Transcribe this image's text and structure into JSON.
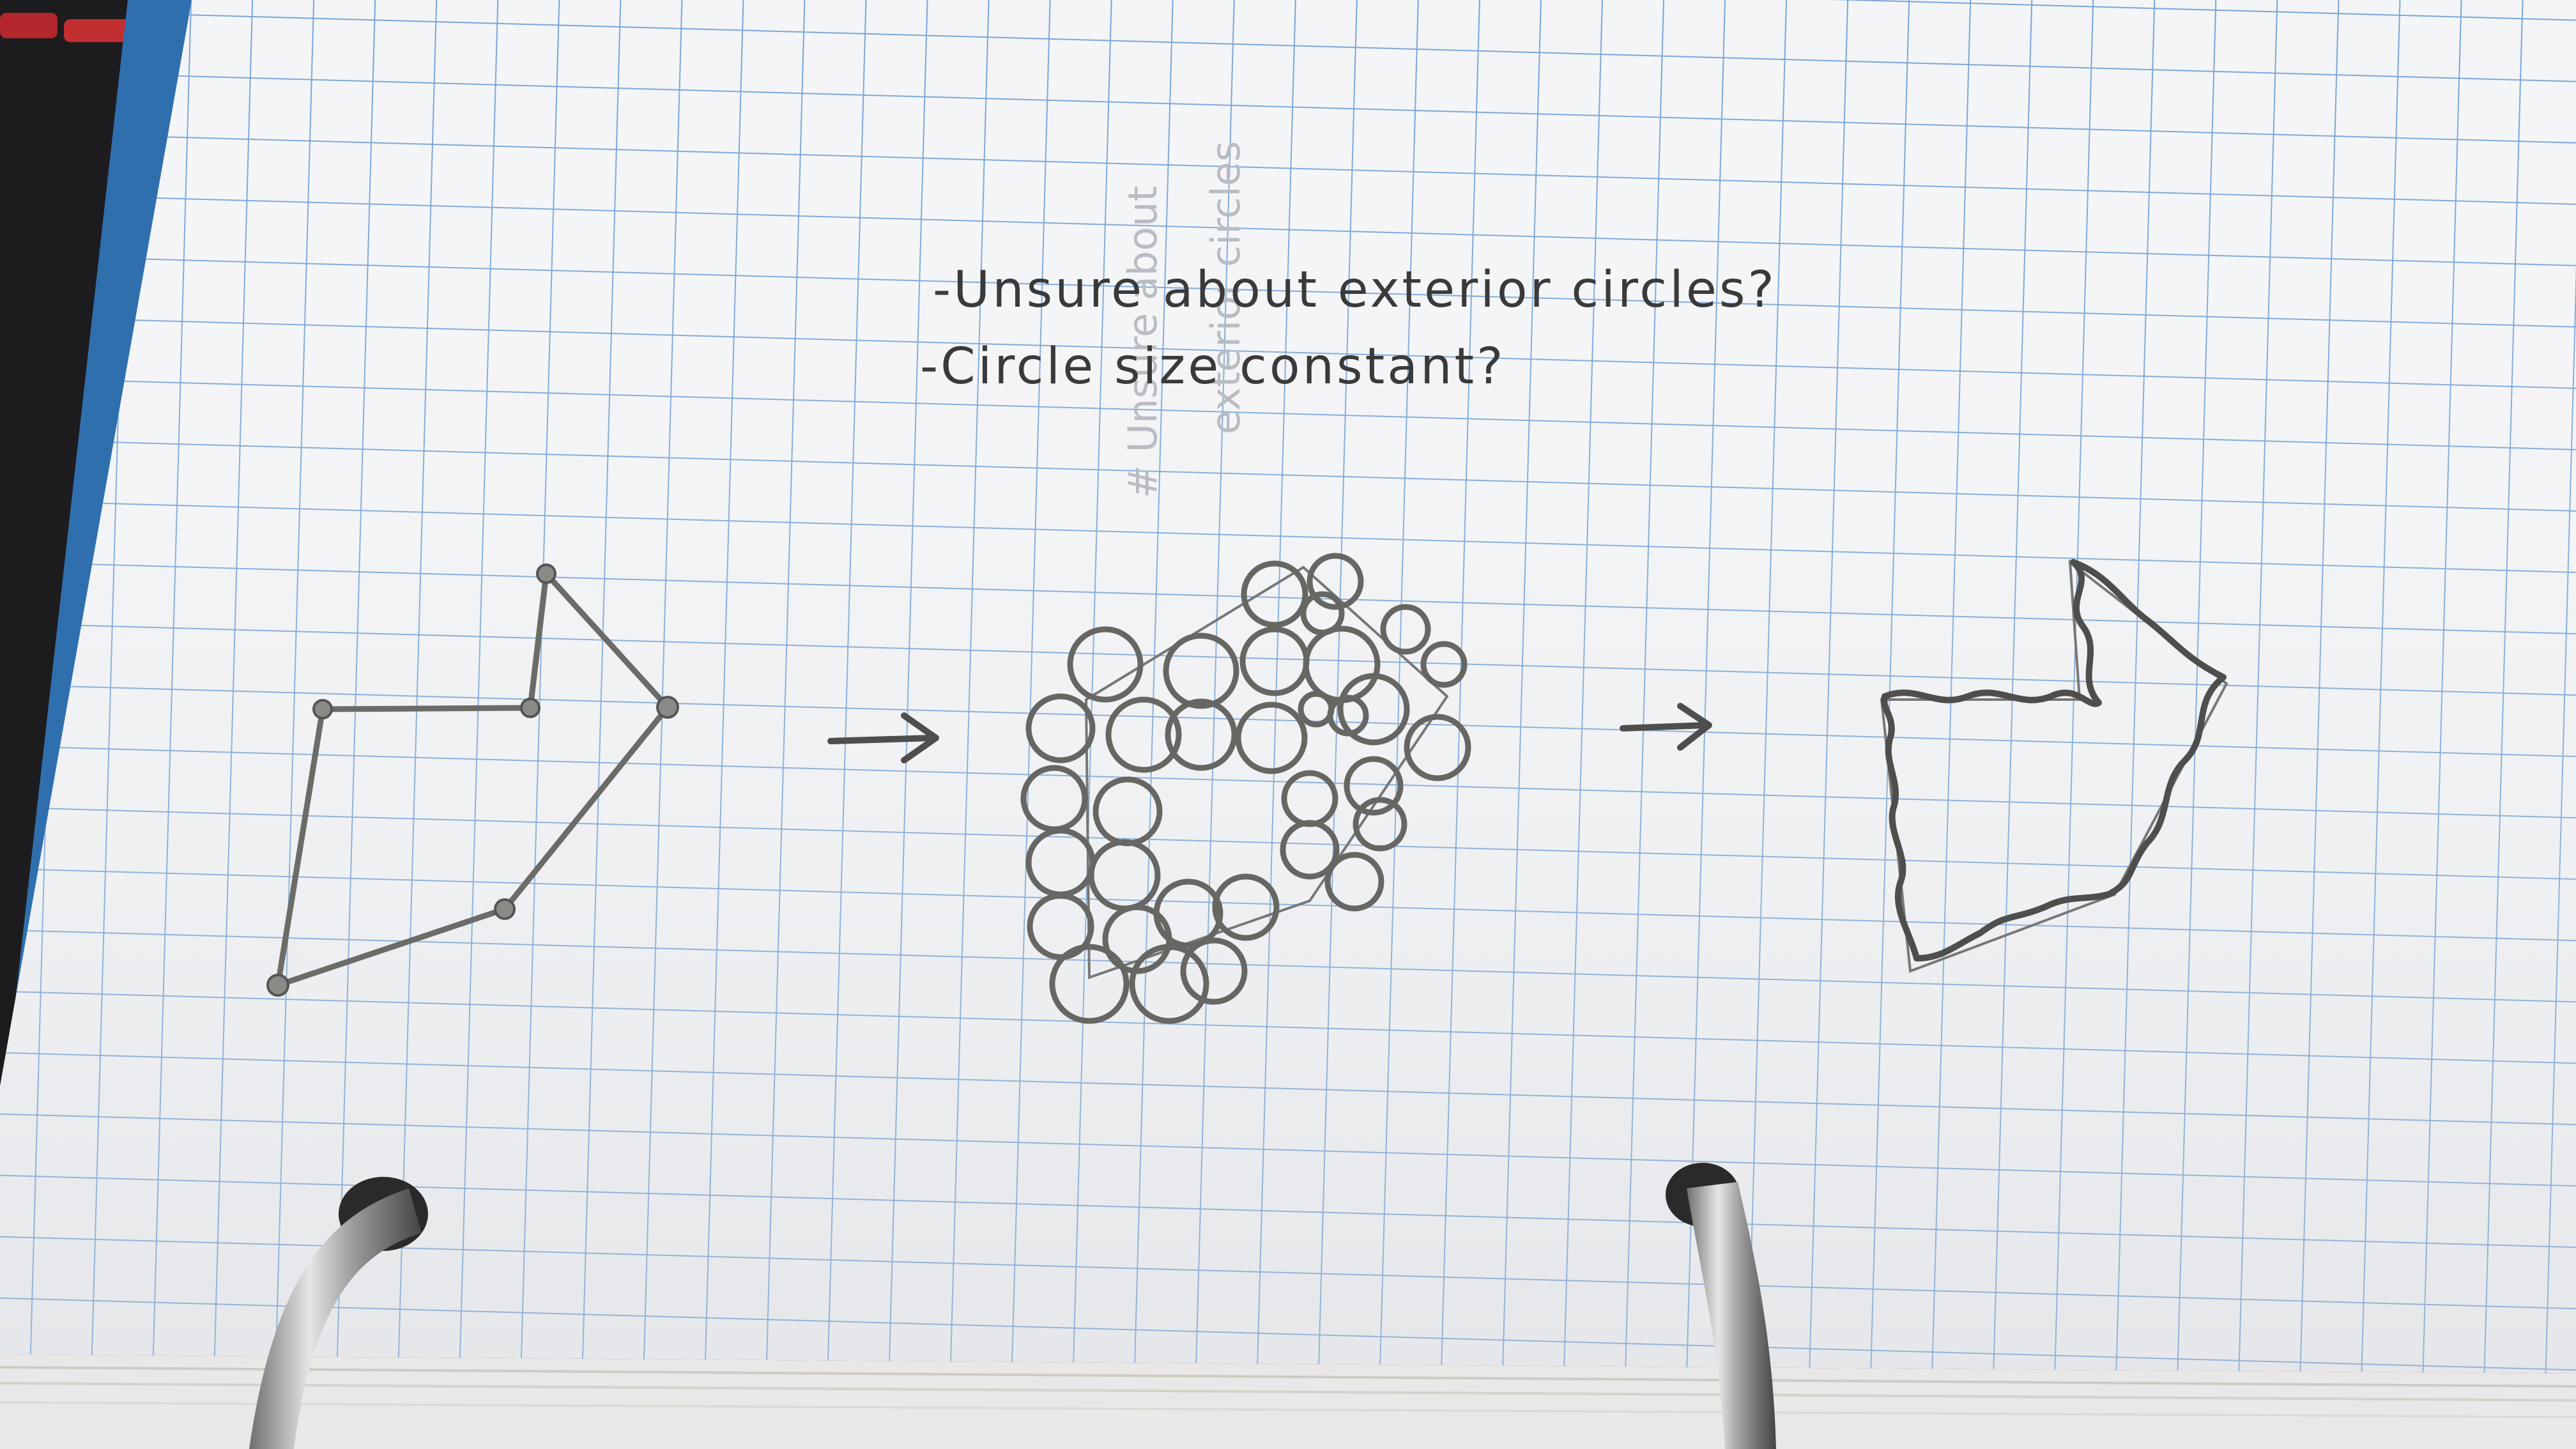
{
  "notes": {
    "line1": "-Unsure about exterior circles?",
    "line2": "-Circle size constant?"
  },
  "faint_notes": {
    "col1": "# Unsure about",
    "col2": "exterior circles"
  },
  "colors": {
    "paper": "#f4f5f7",
    "grid": "#7aa6d8",
    "ink": "#5a5a58",
    "binder_edge": "#2f6fae",
    "ring": "#b8b8b8"
  },
  "icons": {
    "arrow_1": "right-arrow-icon",
    "arrow_2": "right-arrow-icon"
  }
}
